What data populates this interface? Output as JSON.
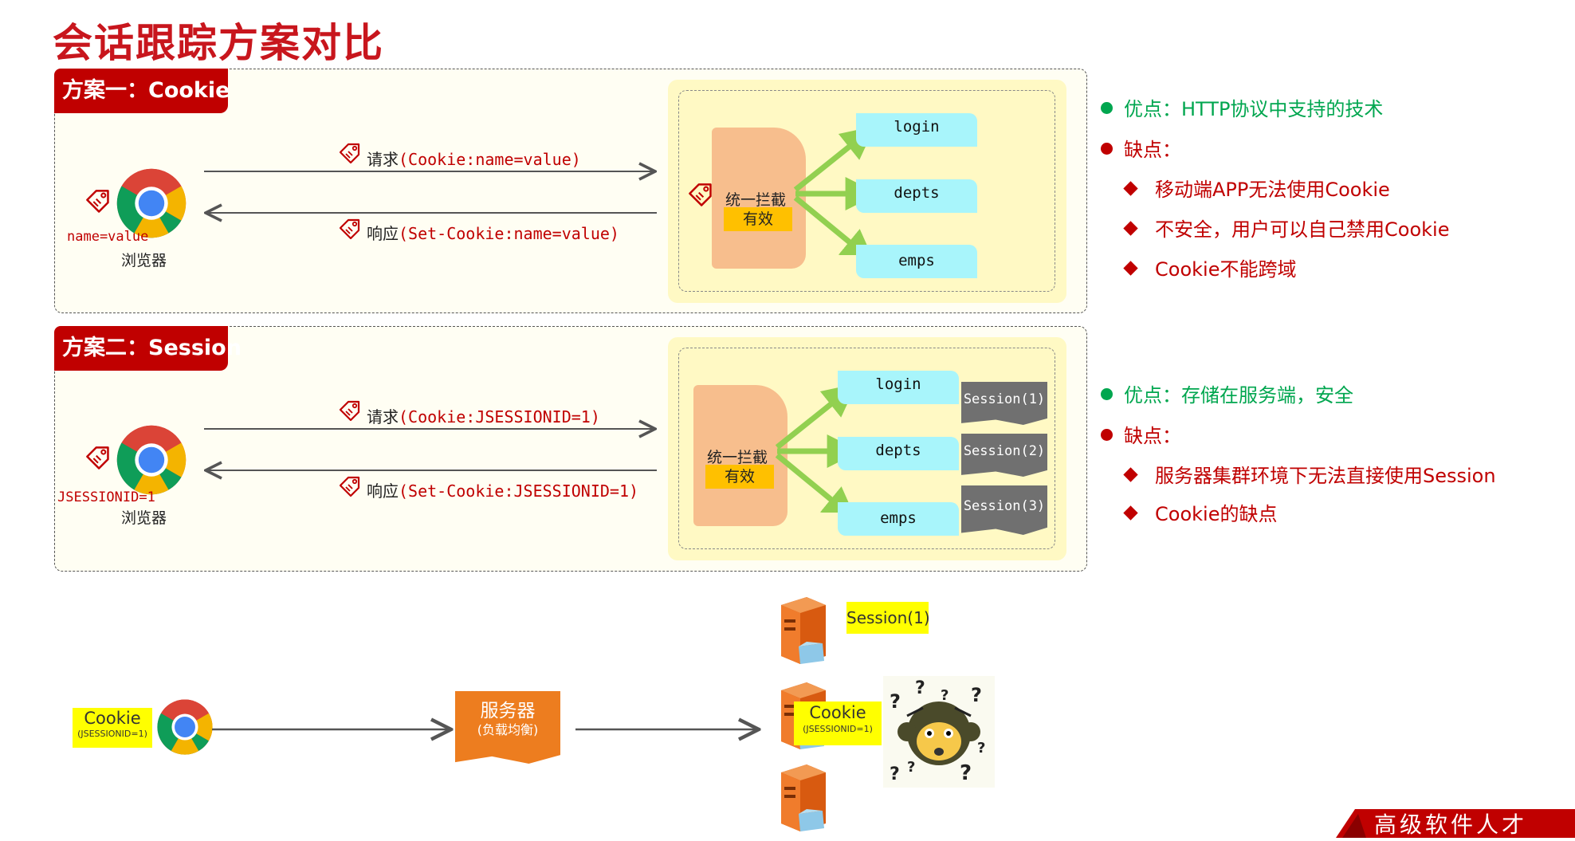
{
  "title": "会话跟踪方案对比",
  "scheme1": {
    "tag": "方案一：Cookie",
    "request_prefix": "请求",
    "request_code": "(Cookie:name=value)",
    "response_prefix": "响应",
    "response_code": "(Set-Cookie:name=value)",
    "cookie_value": "name=value",
    "browser_label": "浏览器",
    "interceptor_label": "统一拦截",
    "valid_label": "有效",
    "endpoints": [
      "login",
      "depts",
      "emps"
    ],
    "pros": "优点：HTTP协议中支持的技术",
    "cons_title": "缺点：",
    "cons": [
      "移动端APP无法使用Cookie",
      "不安全，用户可以自己禁用Cookie",
      "Cookie不能跨域"
    ]
  },
  "scheme2": {
    "tag": "方案二：Session",
    "request_prefix": "请求",
    "request_code": "(Cookie:JSESSIONID=1)",
    "response_prefix": "响应",
    "response_code": "(Set-Cookie:JSESSIONID=1)",
    "cookie_value": "JSESSIONID=1",
    "browser_label": "浏览器",
    "interceptor_label": "统一拦截",
    "valid_label": "有效",
    "endpoints": [
      "login",
      "depts",
      "emps"
    ],
    "sessions": [
      "Session(1)",
      "Session(2)",
      "Session(3)"
    ],
    "pros": "优点：存储在服务端，安全",
    "cons_title": "缺点：",
    "cons": [
      "服务器集群环境下无法直接使用Session",
      "Cookie的缺点"
    ]
  },
  "cluster": {
    "cookie_label": "Cookie",
    "cookie_sub": "(JSESSIONID=1)",
    "lb_title": "服务器",
    "lb_sub": "(负载均衡)",
    "session_label": "Session(1)",
    "cookie2_label": "Cookie",
    "cookie2_sub": "(JSESSIONID=1)"
  },
  "footer_banner": "高级软件人才",
  "colors": {
    "accent_red": "#c00000",
    "pros_green": "#00a64f",
    "endpoint_cyan": "#a8f5fb",
    "interceptor_orange": "#f7be8d",
    "valid_yellow": "#ffc000"
  }
}
